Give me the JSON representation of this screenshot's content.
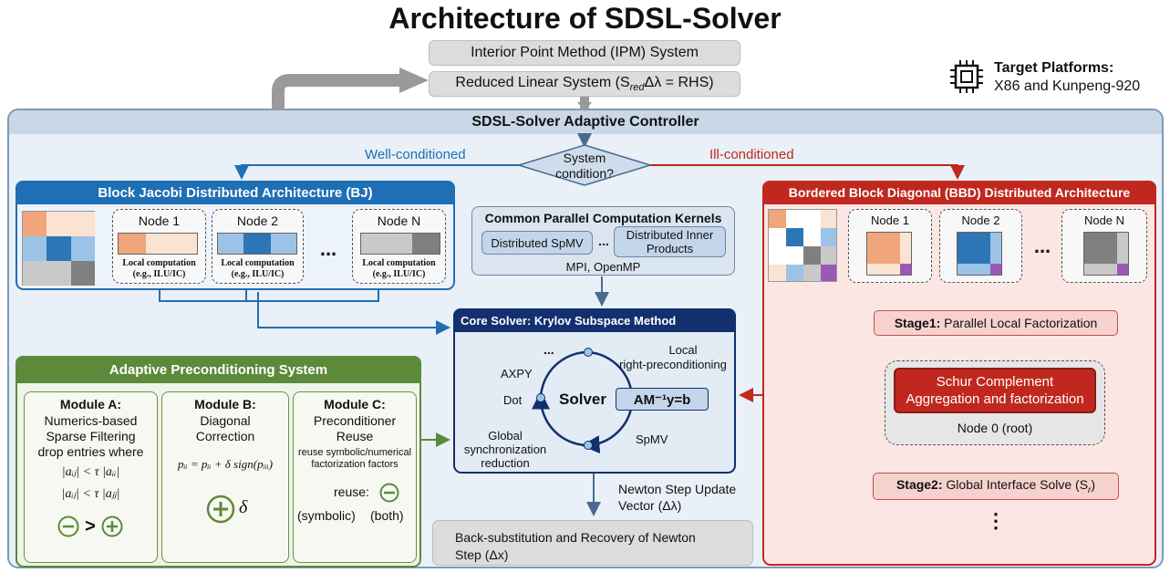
{
  "title": "Architecture of SDSL-Solver",
  "ipm_system": "Interior Point Method (IPM) System",
  "reduced_system": "Reduced Linear System (S",
  "reduced_system_sub": "red",
  "reduced_system_rest": "Δλ = RHS)",
  "platforms": {
    "heading": "Target Platforms:",
    "value": "X86 and Kunpeng-920",
    "icon": "cpu-chip-icon"
  },
  "controller": {
    "title": "SDSL-Solver Adaptive Controller",
    "decision_line1": "System",
    "decision_line2": "condition?",
    "well": "Well-conditioned",
    "ill": "Ill-conditioned"
  },
  "bj": {
    "title": "Block Jacobi Distributed Architecture (BJ)",
    "nodes": [
      "Node 1",
      "Node 2",
      "Node N"
    ],
    "ellipsis": "...",
    "local_line1": "Local computation",
    "local_line2": "(e.g., ILU/IC)"
  },
  "kernels": {
    "title": "Common Parallel Computation Kernels",
    "spmv": "Distributed SpMV",
    "dots": "...",
    "inner_line1": "Distributed Inner",
    "inner_line2": "Products",
    "mpi": "MPI, OpenMP"
  },
  "bbd": {
    "title": "Bordered Block Diagonal (BBD) Distributed Architecture",
    "nodes": [
      "Node 1",
      "Node 2",
      "Node N"
    ],
    "ellipsis": "...",
    "stage1_bold": "Stage1:",
    "stage1_rest": " Parallel Local Factorization",
    "schur_line1": "Schur Complement",
    "schur_line2": "Aggregation and factorization",
    "root": "Node 0 (root)",
    "stage2_bold": "Stage2:",
    "stage2_rest": " Global Interface Solve (S",
    "stage2_sub": "r",
    "stage2_close": ")",
    "vdots": "⋮"
  },
  "core": {
    "title": "Core Solver: Krylov Subspace Method",
    "solver": "Solver",
    "eq": "AM⁻¹y=b",
    "dots": "...",
    "local_line1": "Local",
    "local_line2": "right-preconditioning",
    "axpy": "AXPY",
    "dot": "Dot",
    "spmv": "SpMV",
    "global_line1": "Global",
    "global_line2": "synchronization",
    "global_line3": "reduction"
  },
  "newton": {
    "line1": "Newton Step Update",
    "line2": "Vector (Δλ)"
  },
  "backsub": {
    "line1": "Back-substitution and Recovery of Newton",
    "line2": "Step (Δx)"
  },
  "precond": {
    "title": "Adaptive Preconditioning System",
    "module_a": {
      "title": "Module A:",
      "line1": "Numerics-based",
      "line2": "Sparse Filtering",
      "line3": "drop entries where",
      "cond1": "|aᵢⱼ| < τ |aᵢᵢ|",
      "cond2": "|aᵢⱼ| < τ |aⱼⱼ|",
      "gt": ">"
    },
    "module_b": {
      "title": "Module B:",
      "line1": "Diagonal",
      "line2": "Correction",
      "formula": "pᵢᵢ = pᵢᵢ + δ sign(pᵢᵢᵢ)",
      "delta": "δ"
    },
    "module_c": {
      "title": "Module C:",
      "line1": "Preconditioner",
      "line2": "Reuse",
      "small1": "reuse symbolic/numerical",
      "small2": "factorization factors",
      "reuse": "reuse:",
      "symbolic": "(symbolic)",
      "both": "(both)"
    }
  },
  "colors": {
    "blue": "#1f6fb5",
    "red": "#c0281f",
    "green": "#5c8a3a",
    "navy": "#12306e"
  }
}
